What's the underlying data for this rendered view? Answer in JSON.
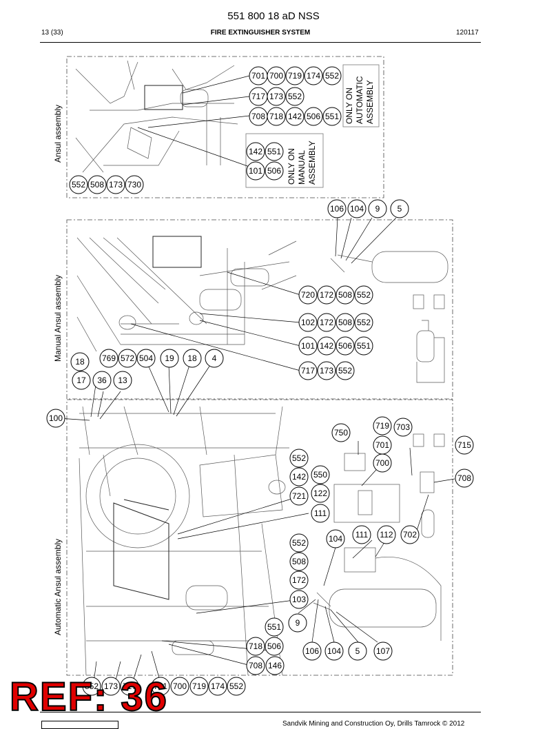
{
  "header": {
    "doc_code": "551 800 18 aD NSS",
    "page": "13 (33)",
    "title": "FIRE EXTINGUISHER SYSTEM",
    "date": "120117"
  },
  "sections": {
    "ansul": "Ansul assembly",
    "manual": "Manual Ansul assembly",
    "automatic": "Automatic Ansul assembly"
  },
  "notes": {
    "automatic_only": [
      "ONLY ON",
      "AUTOMATIC",
      "ASSEMBLY"
    ],
    "manual_only": [
      "ONLY ON",
      "MANUAL",
      "ASSEMBLY"
    ]
  },
  "callouts": [
    "701",
    "700",
    "719",
    "174",
    "552",
    "717",
    "173",
    "552",
    "708",
    "718",
    "142",
    "506",
    "551",
    "142",
    "551",
    "101",
    "506",
    "552",
    "508",
    "173",
    "730",
    "106",
    "104",
    "9",
    "5",
    "720",
    "172",
    "508",
    "552",
    "102",
    "172",
    "508",
    "552",
    "101",
    "142",
    "506",
    "551",
    "717",
    "173",
    "552",
    "769",
    "572",
    "504",
    "19",
    "18",
    "4",
    "18",
    "17",
    "36",
    "13",
    "100",
    "750",
    "719",
    "703",
    "701",
    "715",
    "700",
    "552",
    "142",
    "550",
    "721",
    "122",
    "111",
    "708",
    "104",
    "111",
    "112",
    "702",
    "552",
    "508",
    "172",
    "103",
    "9",
    "551",
    "718",
    "506",
    "106",
    "104",
    "5",
    "107",
    "708",
    "146",
    "552",
    "173",
    "717",
    "701",
    "700",
    "719",
    "174",
    "552"
  ],
  "footer": {
    "copyright": "Sandvik Mining and Construction Oy, Drills Tamrock © 2012"
  },
  "stamp": "REF: 36"
}
